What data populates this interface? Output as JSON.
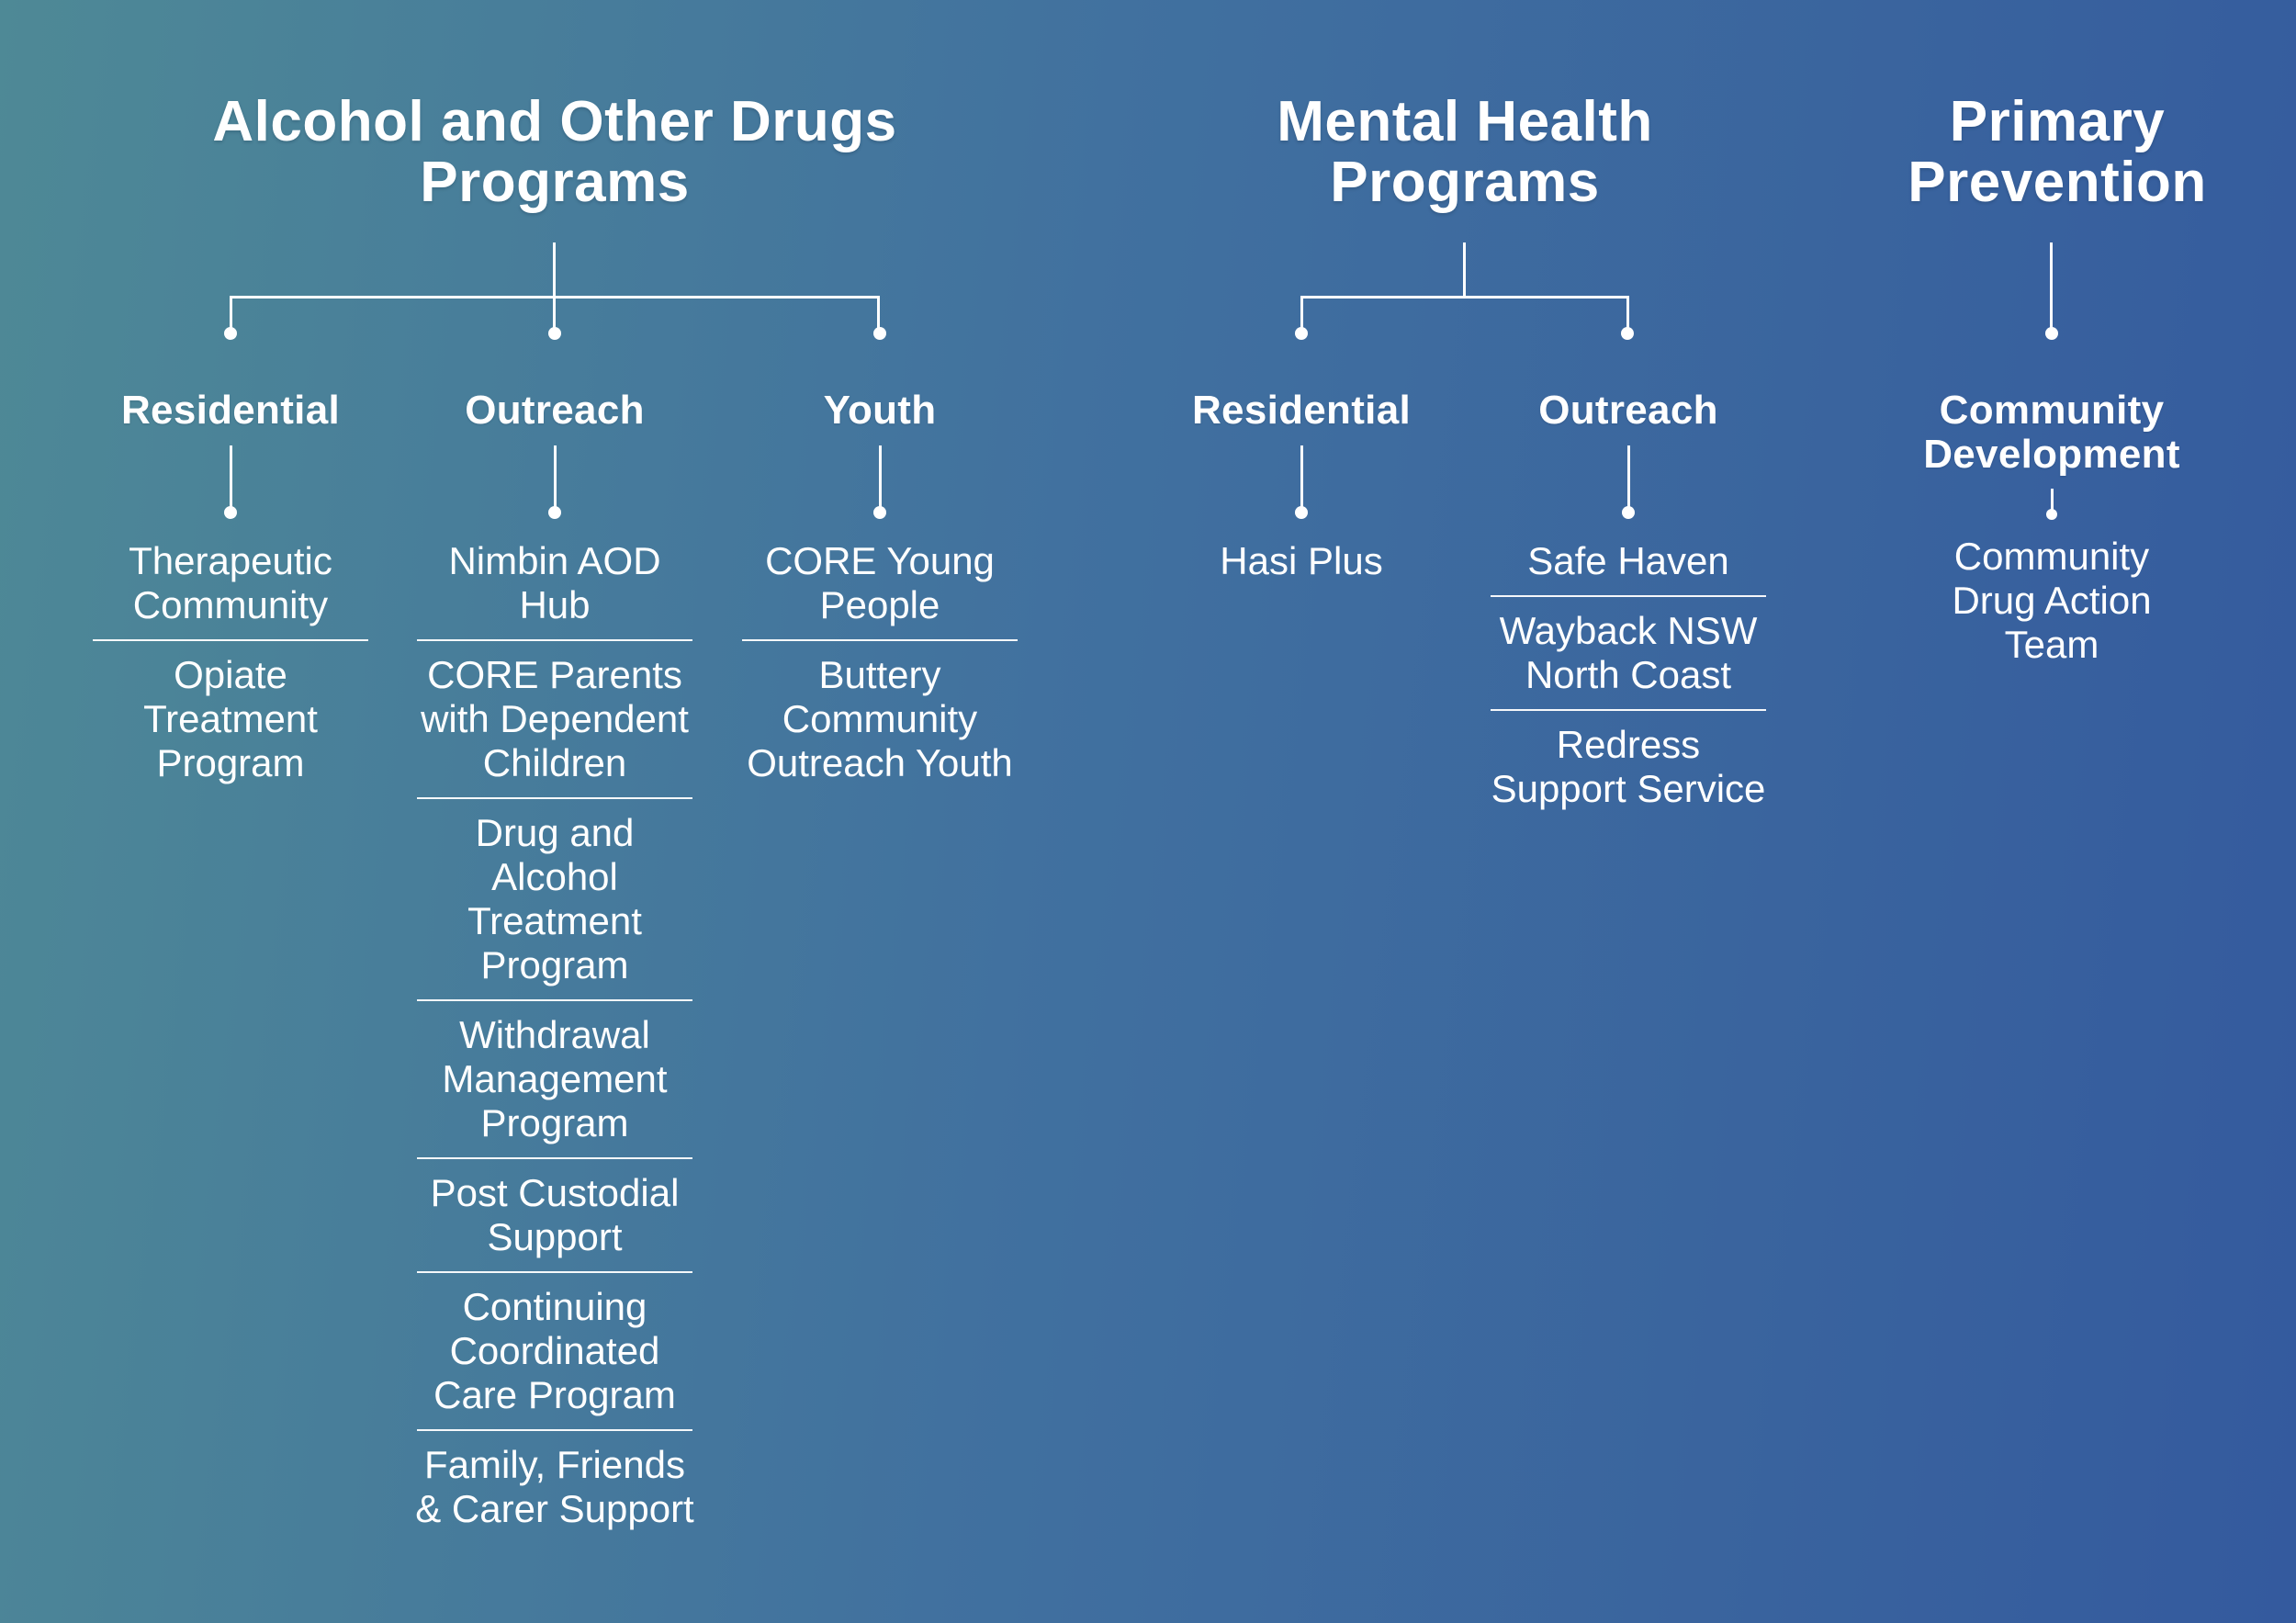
{
  "background": {
    "gradient_left": "#4e8996",
    "gradient_right": "#345a9e"
  },
  "line_color": "#ffffff",
  "text_color": "#ffffff",
  "groups": [
    {
      "title": "Alcohol and Other Drugs\nPrograms",
      "columns": [
        {
          "label": "Residential",
          "items": [
            "Therapeutic\nCommunity",
            "Opiate\nTreatment\nProgram"
          ]
        },
        {
          "label": "Outreach",
          "items": [
            "Nimbin AOD\nHub",
            "CORE Parents\nwith Dependent\nChildren",
            "Drug and\nAlcohol\nTreatment\nProgram",
            "Withdrawal\nManagement\nProgram",
            "Post Custodial\nSupport",
            "Continuing\nCoordinated\nCare Program",
            "Family, Friends\n& Carer Support"
          ]
        },
        {
          "label": "Youth",
          "items": [
            "CORE Young\nPeople",
            "Buttery\nCommunity\nOutreach Youth"
          ]
        }
      ]
    },
    {
      "title": "Mental Health\nPrograms",
      "columns": [
        {
          "label": "Residential",
          "items": [
            "Hasi Plus"
          ]
        },
        {
          "label": "Outreach",
          "items": [
            "Safe Haven",
            "Wayback NSW\nNorth Coast",
            "Redress\nSupport Service"
          ]
        }
      ]
    },
    {
      "title": "Primary\nPrevention",
      "columns": [
        {
          "label": "Community\nDevelopment",
          "items": [
            "Community\nDrug Action\nTeam"
          ]
        }
      ]
    }
  ]
}
